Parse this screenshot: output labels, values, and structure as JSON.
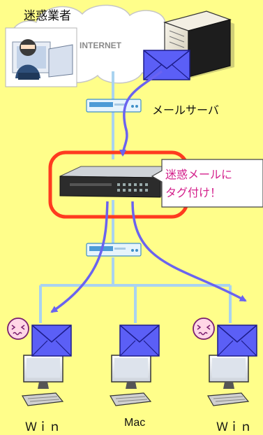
{
  "labels": {
    "spammer": "迷惑業者",
    "internet": "INTERNET",
    "mail_server": "メールサーバ",
    "callout_line1": "迷惑メールに",
    "callout_line2": "タグ付け！",
    "client_left": "Ｗｉｎ",
    "client_middle": "Mac",
    "client_right": "Ｗｉｎ"
  },
  "icons": {
    "spammer": "person-at-computer-icon",
    "cloud": "cloud-icon",
    "server": "server-tower-icon",
    "mail": "envelope-icon",
    "hub": "network-hub-icon",
    "appliance": "spam-filter-appliance-icon",
    "client": "desktop-computer-icon",
    "annoyed": "annoyed-face-icon"
  },
  "colors": {
    "background": "#fffe8a",
    "arrow": "#6a63f0",
    "network_line": "#a9d3f0",
    "highlight_frame": "#ff3b1f",
    "callout_text": "#d4218c"
  }
}
